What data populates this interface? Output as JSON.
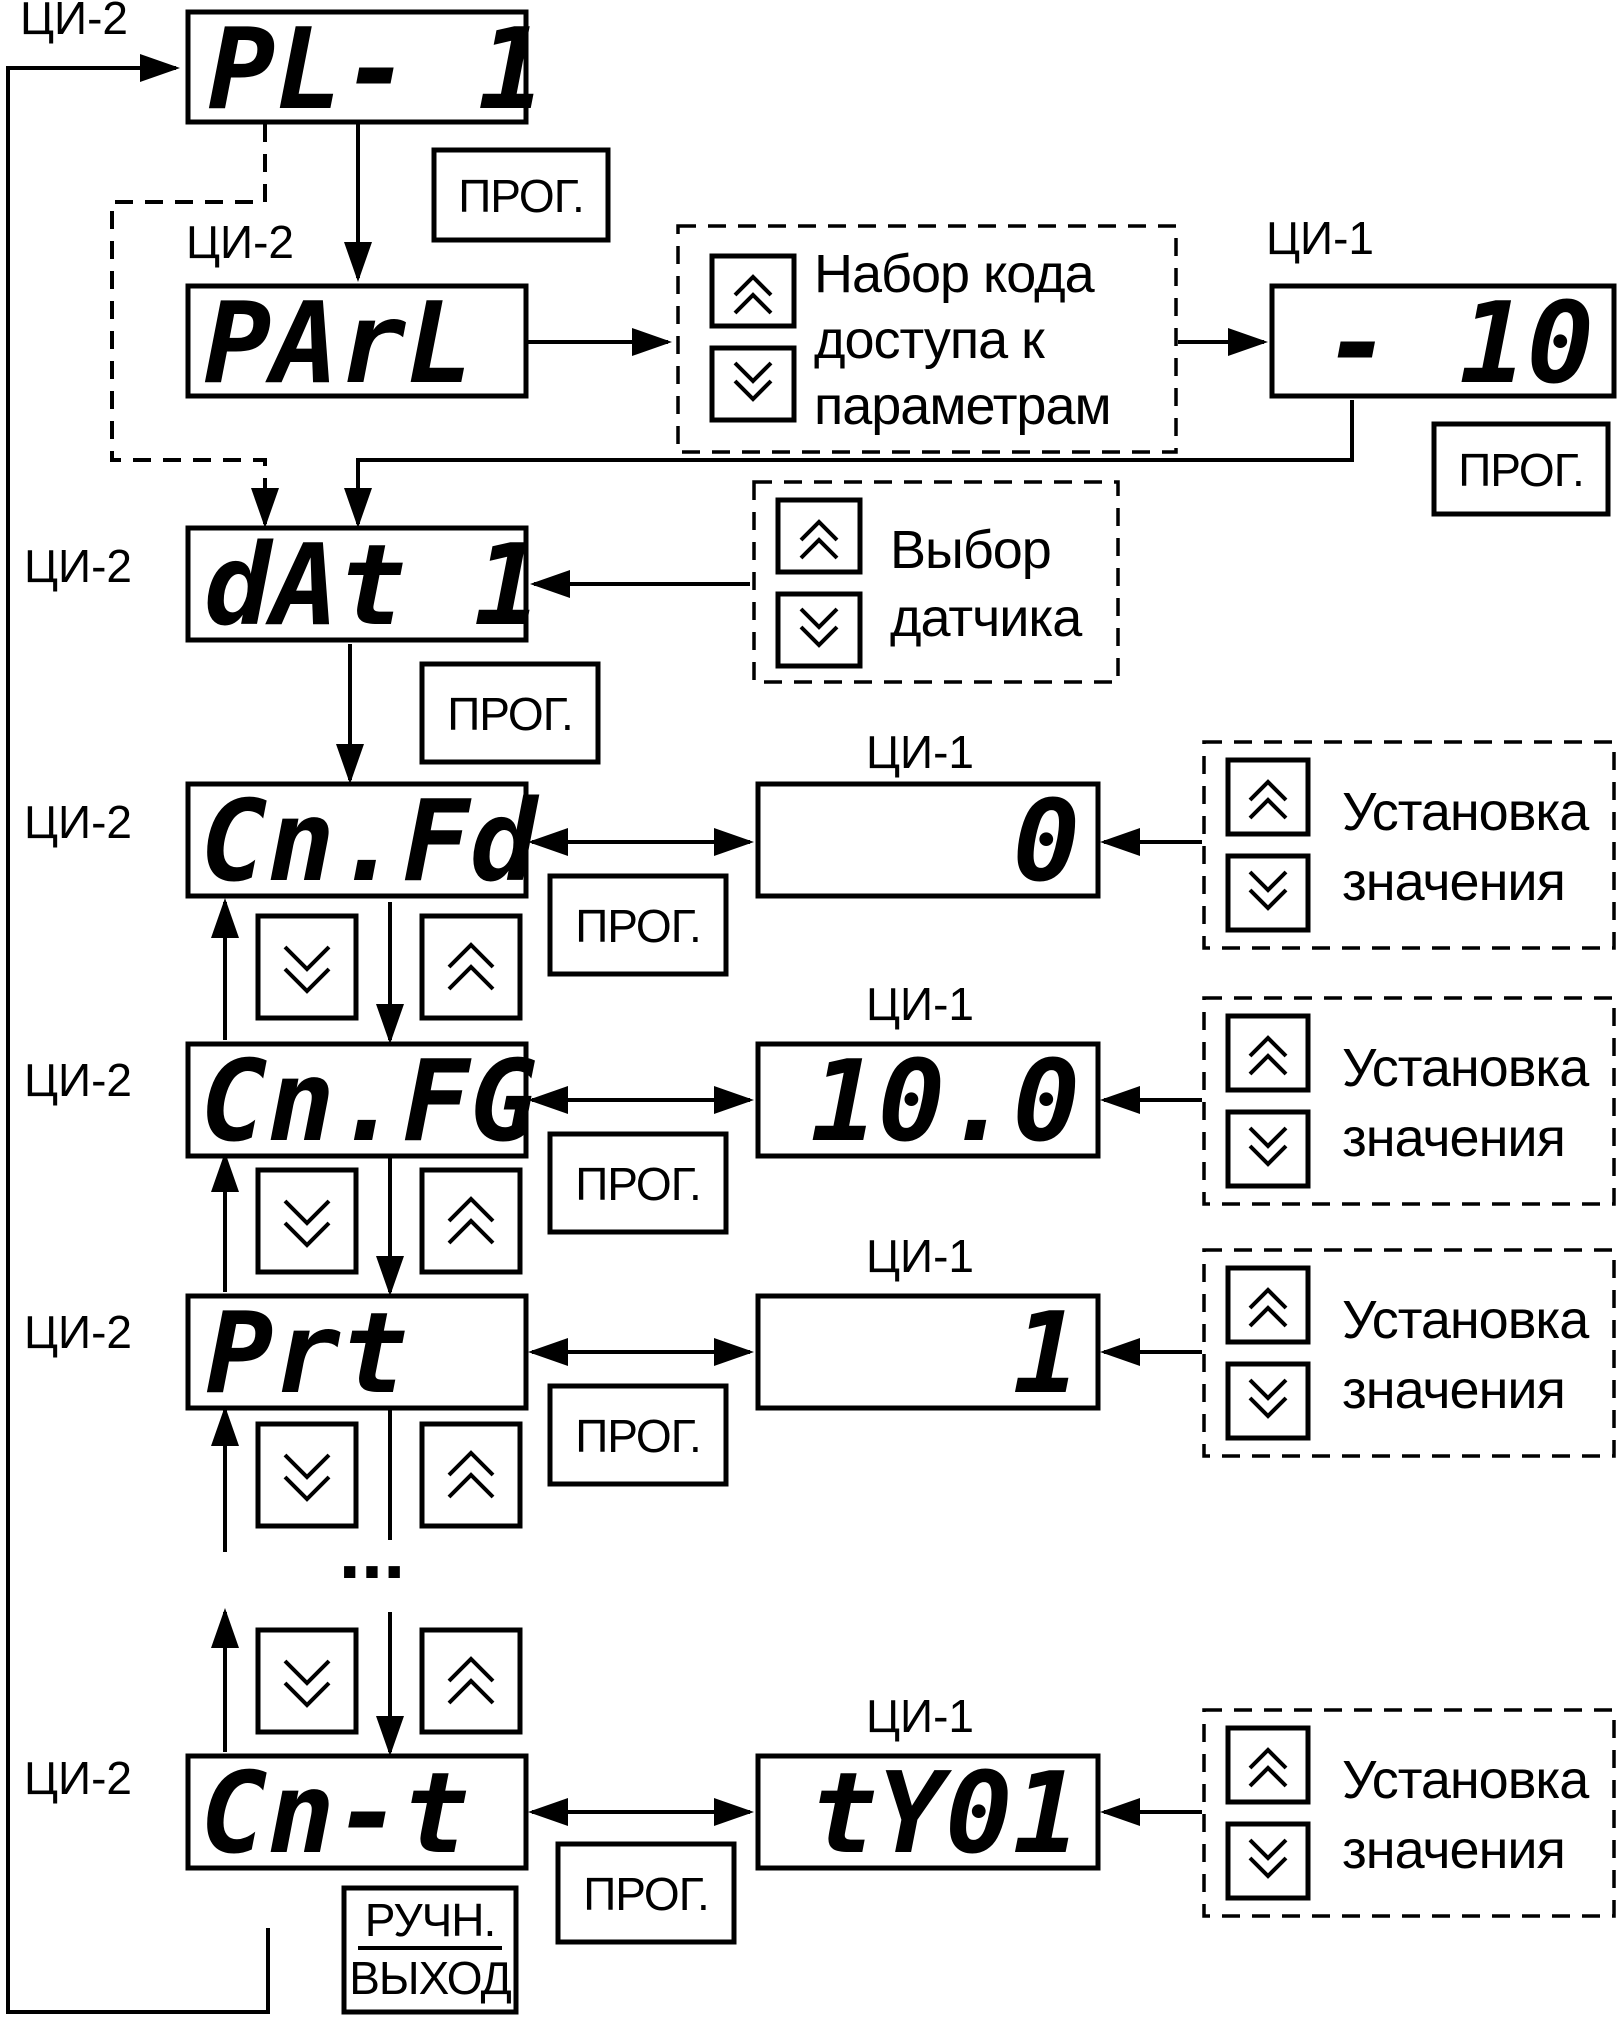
{
  "labels": {
    "ci2": "ЦИ-2",
    "ci1": "ЦИ-1"
  },
  "buttons": {
    "prog": "ПРОГ.",
    "manual": "РУЧН.",
    "exit": "ВЫХОД"
  },
  "ellipsis": "...",
  "displays": {
    "pl1": "PL- 1",
    "parl": "PArL",
    "code": "- 10",
    "dat1": "dAt 1",
    "cnfd": "Cn.Fd",
    "cnfd_value": "0",
    "cnfg": "Cn.FG",
    "cnfg_value": "10.0",
    "prt": "Prt",
    "prt_value": "1",
    "cnt": "Cn-t",
    "cnt_value": "tY01"
  },
  "hints": {
    "access_code": [
      "Набор кода",
      "доступа к",
      "параметрам"
    ],
    "sensor_select": [
      "Выбор",
      "датчика"
    ],
    "set_value": [
      "Установка",
      "значения"
    ]
  }
}
